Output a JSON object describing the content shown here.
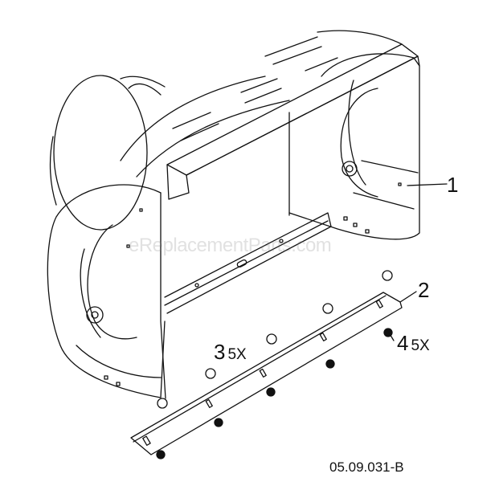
{
  "watermark": "eReplacementParts.com",
  "drawing_code": "05.09.031-B",
  "callouts": [
    {
      "id": "1",
      "number": "1",
      "qty": ""
    },
    {
      "id": "2",
      "number": "2",
      "qty": ""
    },
    {
      "id": "3",
      "number": "3",
      "qty": "5X"
    },
    {
      "id": "4",
      "number": "4",
      "qty": "5X"
    }
  ],
  "colors": {
    "line": "#111111",
    "background": "#ffffff",
    "watermark": "#c8c8c8"
  }
}
